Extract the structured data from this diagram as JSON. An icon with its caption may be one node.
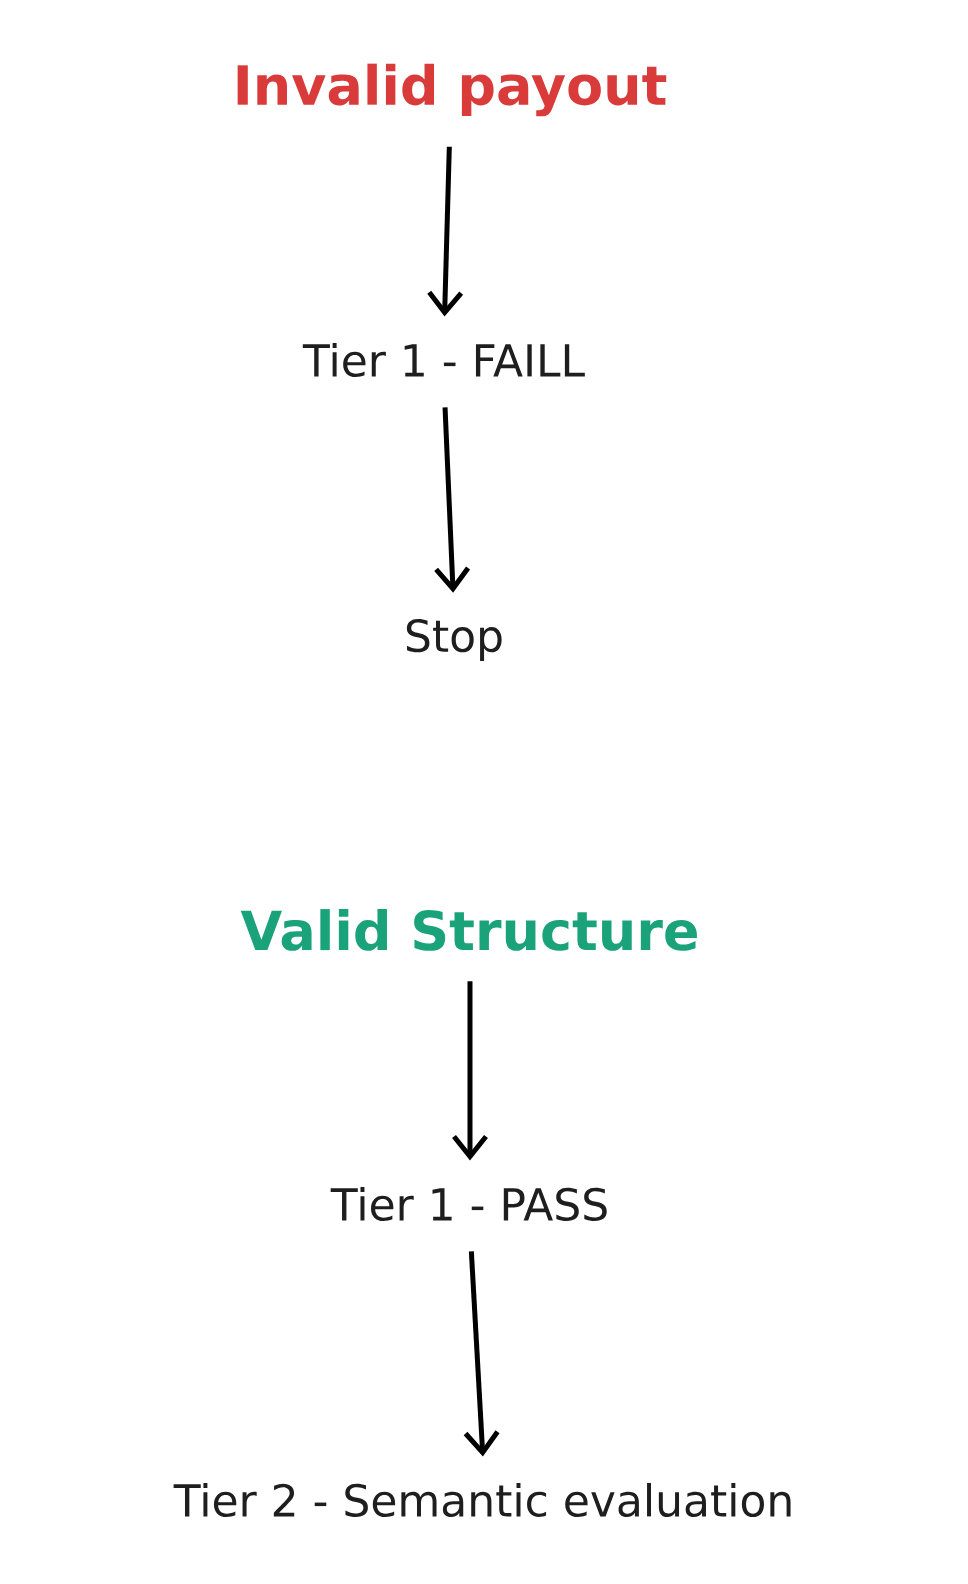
{
  "diagram": {
    "nodes": [
      {
        "text": [
          "Invalid payout"
        ]
      },
      {
        "text": [
          "Tier 1 - FAILL"
        ]
      },
      {
        "text": [
          "Stop"
        ]
      },
      {
        "text": [
          "Valid Structure"
        ]
      },
      {
        "text": [
          "Tier 1 - PASS"
        ]
      },
      {
        "text": [
          "Tier 2 - Semantic evaluation"
        ]
      }
    ],
    "edges": [
      {
        "from": 0,
        "to": 1,
        "arrow": "to"
      },
      {
        "from": 1,
        "to": 2,
        "arrow": "to"
      },
      {
        "from": 3,
        "to": 4,
        "arrow": "to"
      },
      {
        "from": 4,
        "to": 5,
        "arrow": "to"
      }
    ]
  }
}
